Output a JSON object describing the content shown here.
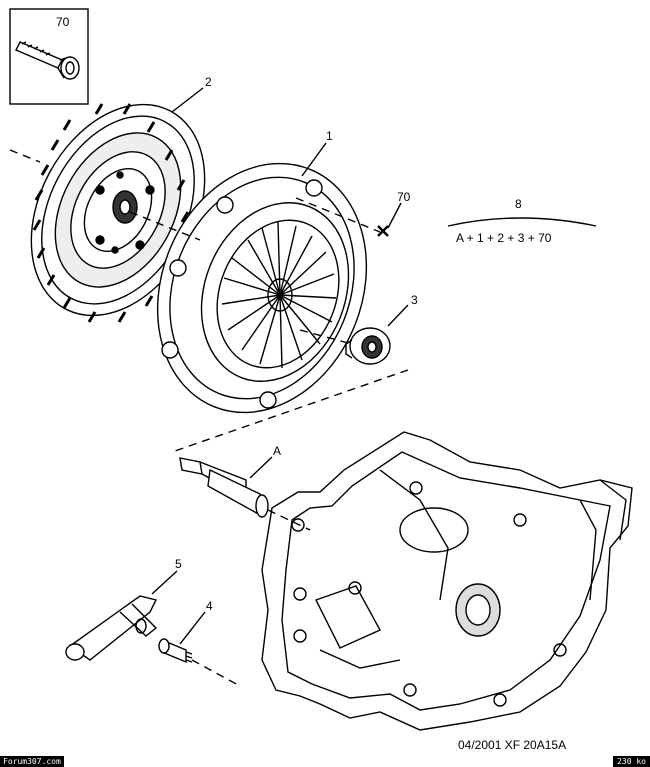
{
  "callouts": {
    "bolt_box": "70",
    "disc": "2",
    "cover": "1",
    "bolt": "70",
    "assembly": "8",
    "bearing": "3",
    "shaft": "A",
    "fork": "5",
    "pivot": "4"
  },
  "formula": "A + 1 + 2 + 3 + 70",
  "reference": "04/2001   XF 20A15A",
  "watermark_left": "Forum307.com",
  "watermark_right": "230 ko"
}
